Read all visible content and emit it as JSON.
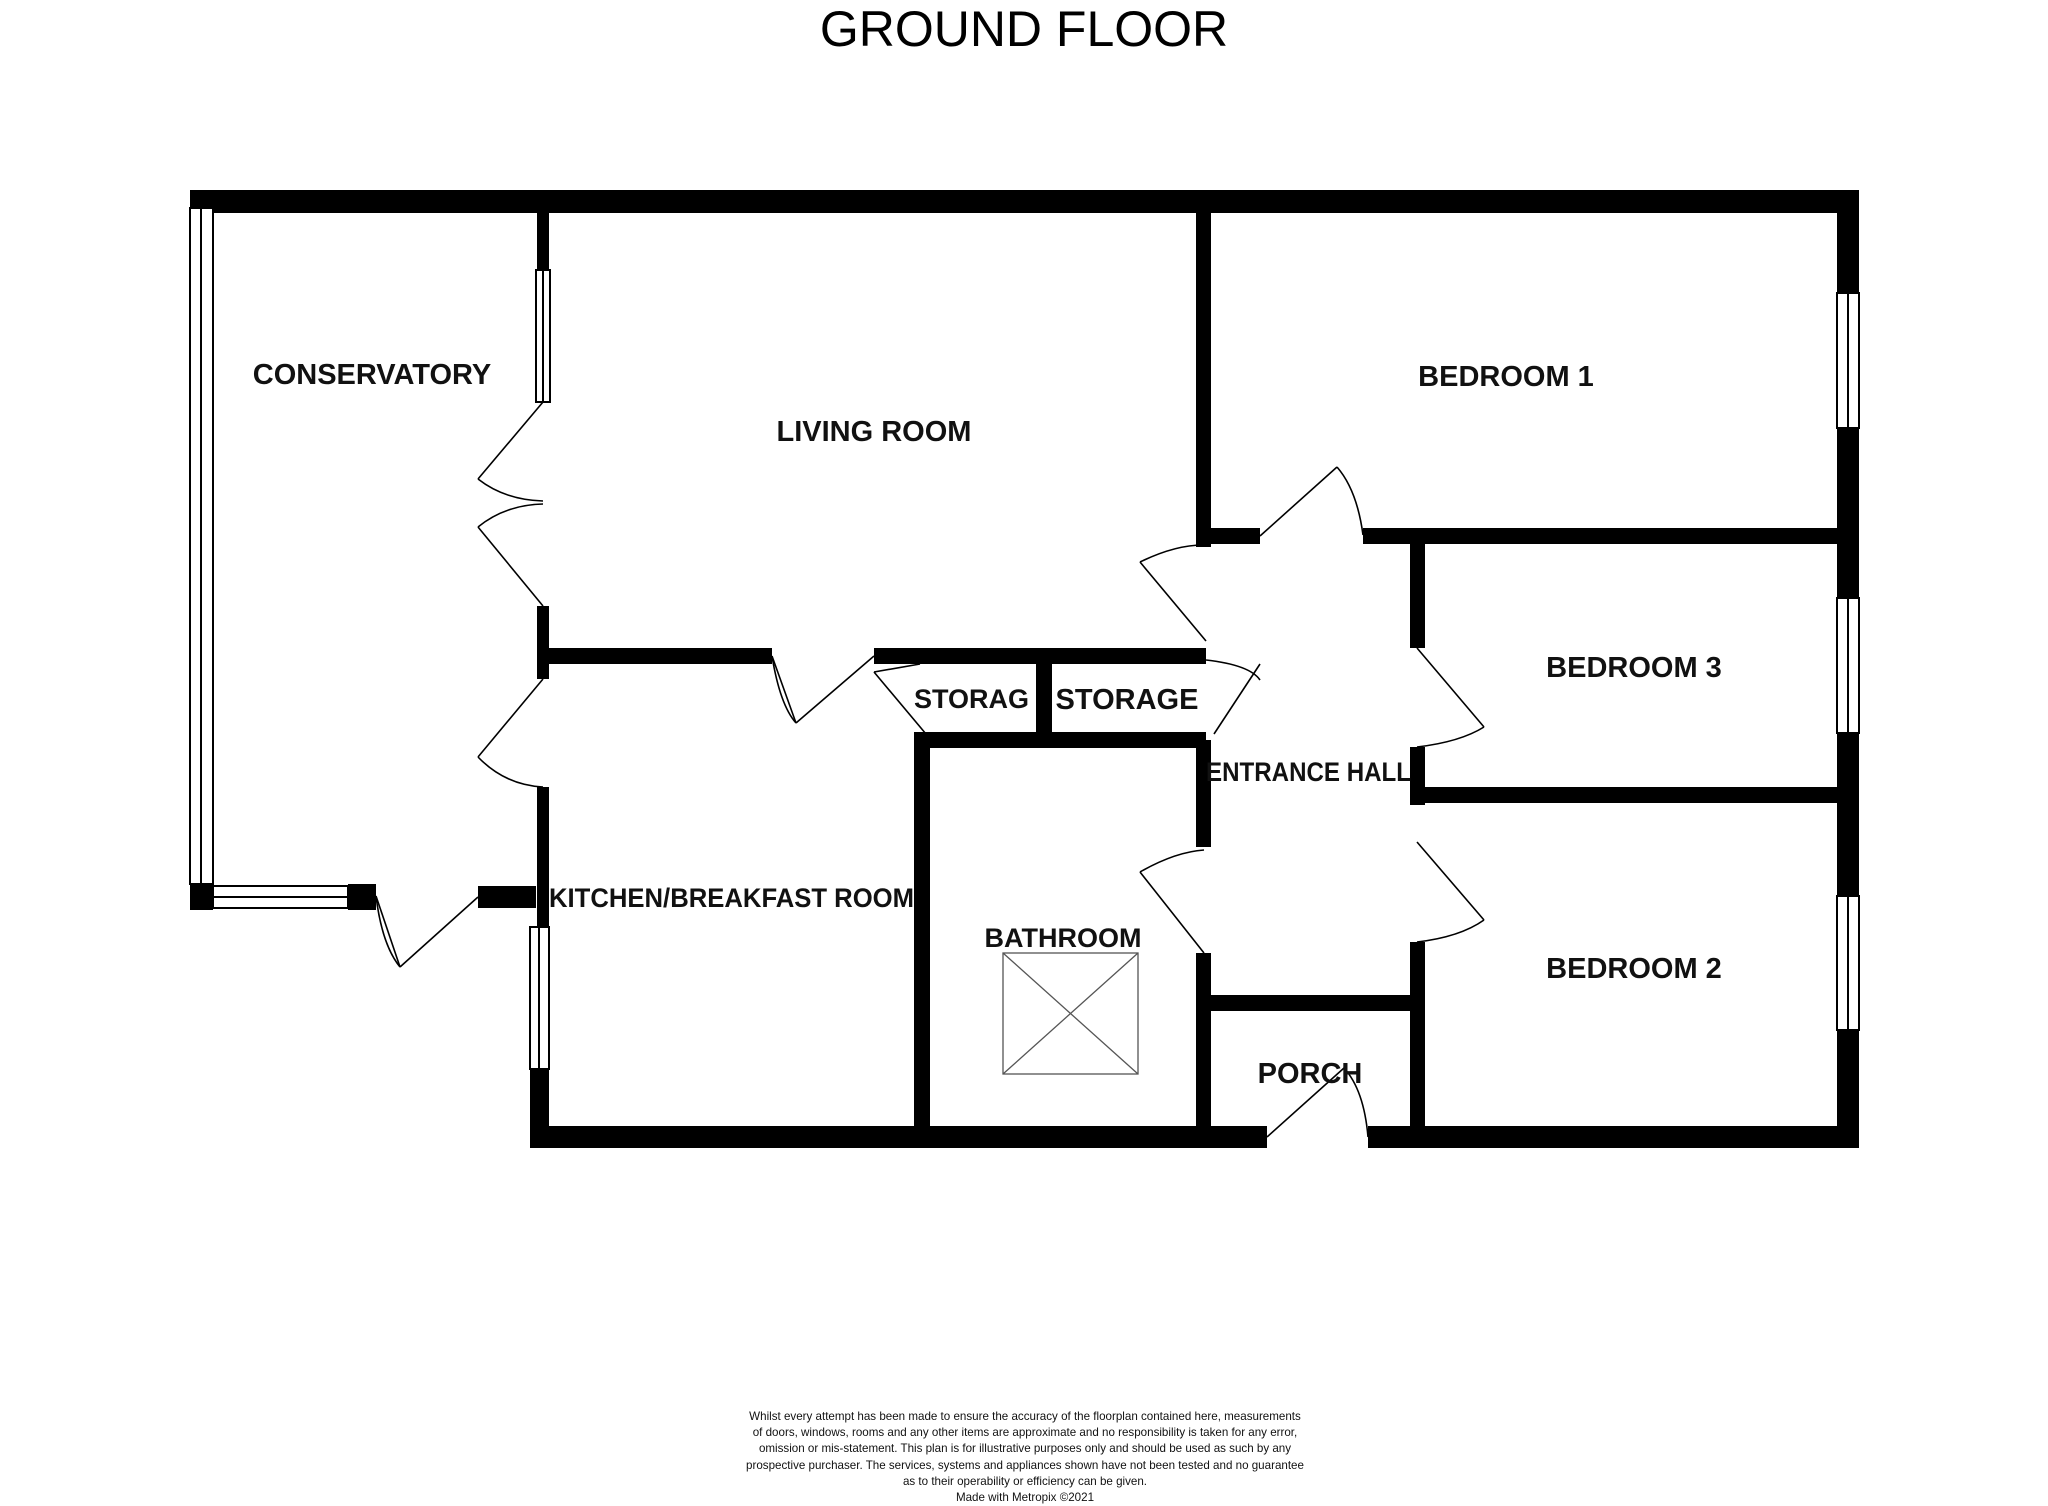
{
  "title": "GROUND FLOOR",
  "rooms": {
    "conservatory": "CONSERVATORY",
    "living_room": "LIVING ROOM",
    "bedroom_1": "BEDROOM 1",
    "bedroom_3": "BEDROOM 3",
    "bedroom_2": "BEDROOM 2",
    "storage_left": "STORAG",
    "storage_right": "STORAGE",
    "entrance_hall": "ENTRANCE HALL",
    "kitchen": "KITCHEN/BREAKFAST ROOM",
    "bathroom": "BATHROOM",
    "porch": "PORCH"
  },
  "disclaimer": {
    "lines": [
      "Whilst every attempt has been made to ensure the accuracy of the floorplan contained here, measurements",
      "of doors, windows, rooms and any other items are approximate and no responsibility is taken for any error,",
      "omission or mis-statement. This plan is for illustrative purposes only and should be used as such by any",
      "prospective purchaser. The services, systems and appliances shown have not been tested and no guarantee",
      "as to their operability or efficiency can be given.",
      "Made with Metropix ©2021"
    ]
  },
  "colors": {
    "wall": "#000000",
    "background": "#ffffff",
    "window": "#ffffff"
  }
}
